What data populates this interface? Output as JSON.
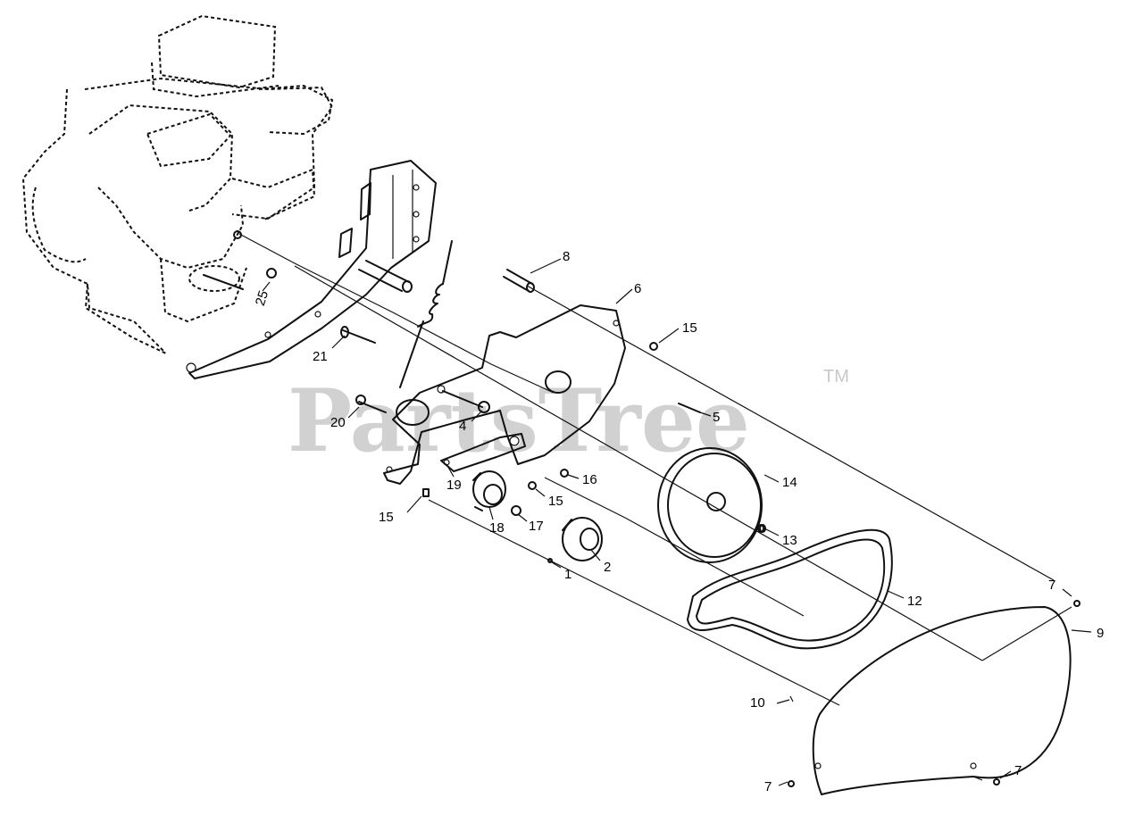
{
  "watermark": {
    "text": "PartsTree",
    "trademark": "TM"
  },
  "callouts": [
    {
      "id": "c8",
      "label": "8"
    },
    {
      "id": "c6",
      "label": "6"
    },
    {
      "id": "c15a",
      "label": "15"
    },
    {
      "id": "c25",
      "label": "25"
    },
    {
      "id": "c21",
      "label": "21"
    },
    {
      "id": "c20",
      "label": "20"
    },
    {
      "id": "c4",
      "label": "4"
    },
    {
      "id": "c5",
      "label": "5"
    },
    {
      "id": "c19",
      "label": "19"
    },
    {
      "id": "c16",
      "label": "16"
    },
    {
      "id": "c15b",
      "label": "15"
    },
    {
      "id": "c14",
      "label": "14"
    },
    {
      "id": "c15c",
      "label": "15"
    },
    {
      "id": "c18",
      "label": "18"
    },
    {
      "id": "c17",
      "label": "17"
    },
    {
      "id": "c13",
      "label": "13"
    },
    {
      "id": "c2",
      "label": "2"
    },
    {
      "id": "c1",
      "label": "1"
    },
    {
      "id": "c12",
      "label": "12"
    },
    {
      "id": "c7a",
      "label": "7"
    },
    {
      "id": "c9",
      "label": "9"
    },
    {
      "id": "c10",
      "label": "10"
    },
    {
      "id": "c7b",
      "label": "7"
    },
    {
      "id": "c7c",
      "label": "7"
    }
  ]
}
